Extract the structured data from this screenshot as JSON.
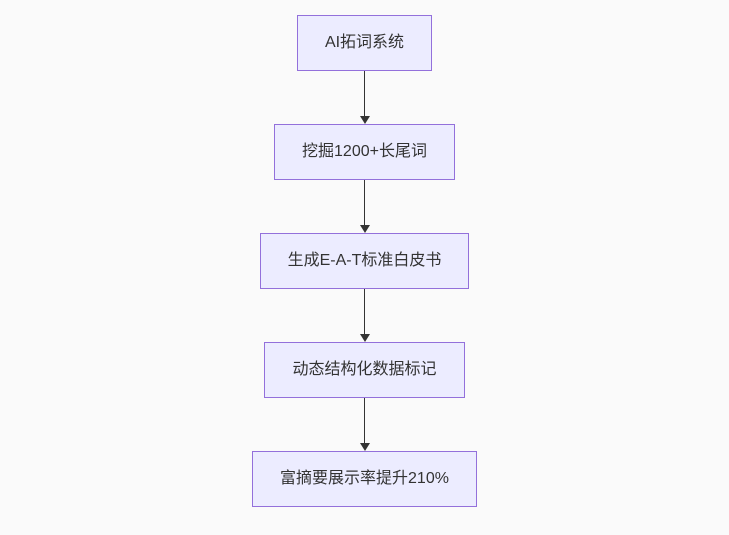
{
  "diagram": {
    "type": "flowchart",
    "direction": "top-down",
    "nodes": [
      {
        "id": "n1",
        "label": "AI拓词系统"
      },
      {
        "id": "n2",
        "label": "挖掘1200+长尾词"
      },
      {
        "id": "n3",
        "label": "生成E-A-T标准白皮书"
      },
      {
        "id": "n4",
        "label": "动态结构化数据标记"
      },
      {
        "id": "n5",
        "label": "富摘要展示率提升210%"
      }
    ],
    "edges": [
      {
        "from": "n1",
        "to": "n2",
        "style": "arrow-down"
      },
      {
        "from": "n2",
        "to": "n3",
        "style": "arrow-down"
      },
      {
        "from": "n3",
        "to": "n4",
        "style": "arrow-down"
      },
      {
        "from": "n4",
        "to": "n5",
        "style": "arrow-down"
      }
    ],
    "colors": {
      "background": "#fafafa",
      "node_fill": "#ECECFF",
      "node_border": "#9370DB",
      "text": "#333333",
      "arrow": "#333333"
    }
  }
}
